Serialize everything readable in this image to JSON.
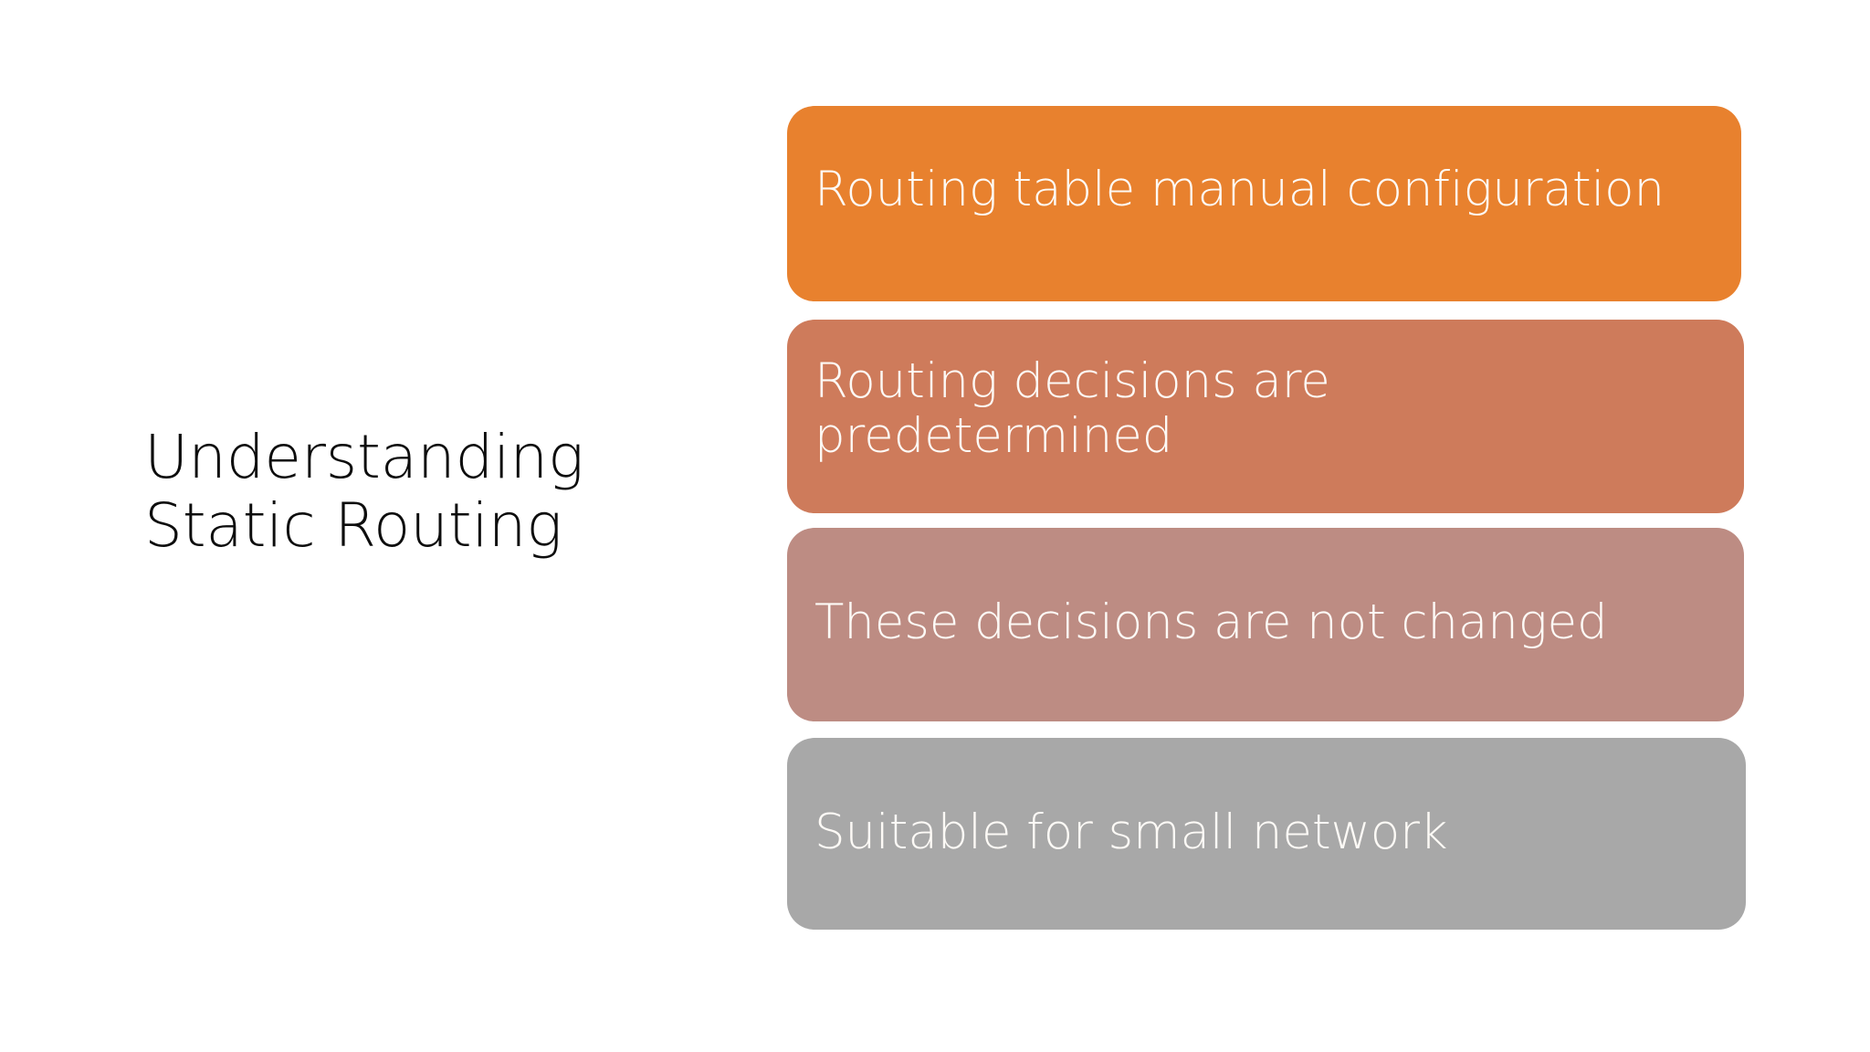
{
  "slide": {
    "background_color": "#FFFFFF",
    "title": "Understanding\nStatic Routing",
    "title_color": "#0D0D0D"
  },
  "diagram": {
    "type": "vertical-block-list",
    "text_color": "#FDFAF6",
    "items": [
      {
        "label": "Routing table manual configuration",
        "color": "#E8812E",
        "lines": 1
      },
      {
        "label": "Routing decisions are\npredetermined",
        "color": "#CE7B5B",
        "lines": 2
      },
      {
        "label": "These decisions are not changed",
        "color": "#BD8C83",
        "lines": 1
      },
      {
        "label": "Suitable for small network",
        "color": "#A8A8A8",
        "lines": 1
      }
    ]
  }
}
